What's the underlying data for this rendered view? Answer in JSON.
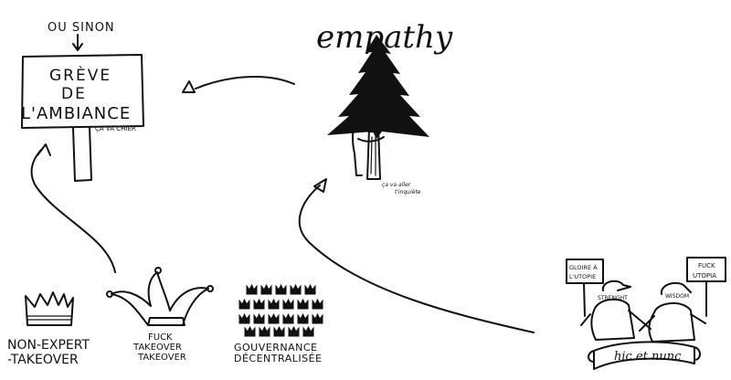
{
  "sign": {
    "top_note": "OU SINON",
    "line1": "GRÈVE",
    "line2": "DE",
    "line3": "L'AMBIANCE",
    "subnote": "ÇA VA CHIER"
  },
  "tree": {
    "title": "empathy",
    "caption_line1": "ça va aller",
    "caption_line2": "t'inquiète"
  },
  "crown": {
    "label_line1": "NON-EXPERT",
    "label_line2": "-TAKEOVER"
  },
  "jester": {
    "label_line1": "FUCK",
    "label_line2": "TAKEOVER",
    "label_line3": "TAKEOVER"
  },
  "crowns_grid": {
    "label_line1": "GOUVERNANCE",
    "label_line2": "DÉCENTRALISÉE"
  },
  "protest": {
    "left_sign_line1": "GLOIRE À",
    "left_sign_line2": "L'UTOPIE",
    "right_sign_line1": "FUCK",
    "right_sign_line2": "UTOPIA",
    "left_cap": "STRENGHT",
    "right_cap": "WISDOM",
    "banner": "hic et nunc"
  }
}
